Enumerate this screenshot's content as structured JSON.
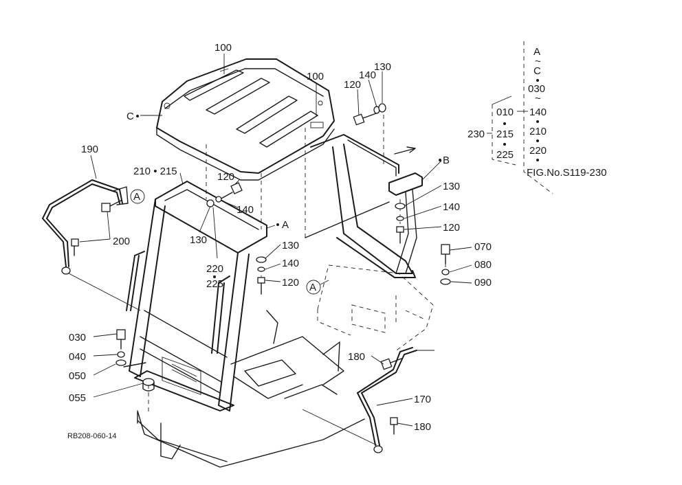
{
  "diagram": {
    "drawing_code": "RB208-060-14",
    "fig_reference": "FIG.No.S119-230",
    "callouts": {
      "c100a": "100",
      "c100b": "100",
      "c_C": "C",
      "c190": "190",
      "c210_215": "210 • 215",
      "c120_top": "120",
      "c140_top": "140",
      "c130_top": "130",
      "c120_mid": "120",
      "c140_mid": "140",
      "c130_mid": "130",
      "c220": "220",
      "c225": "225",
      "c200": "200",
      "c_A_arrow": "A",
      "c_B": "B",
      "c130_b1": "130",
      "c140_b1": "140",
      "c120_b1": "120",
      "c130_b2": "130",
      "c140_b2": "140",
      "c120_b2": "120",
      "c070": "070",
      "c080": "080",
      "c090": "090",
      "c030": "030",
      "c040": "040",
      "c050": "050",
      "c055": "055",
      "c180a": "180",
      "c170": "170",
      "c180b": "180",
      "circA1": "A",
      "circA2": "A"
    },
    "legend": {
      "col1": [
        "A",
        "~",
        "C",
        "030",
        "~",
        "140",
        "210",
        "220"
      ],
      "col2": [
        "010",
        "215",
        "225"
      ],
      "group_label": "230"
    }
  }
}
